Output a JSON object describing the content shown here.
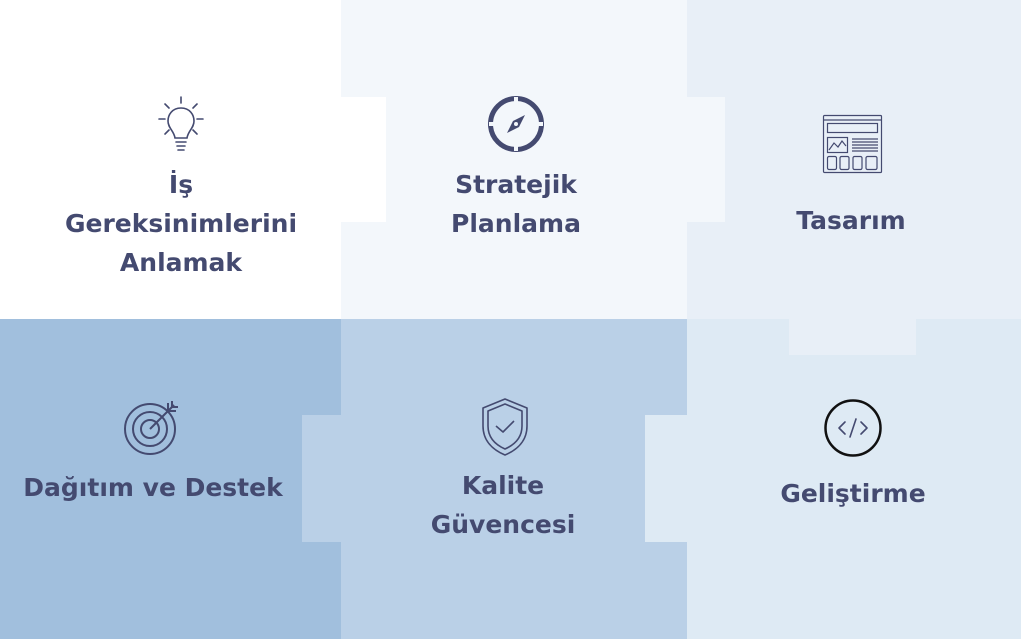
{
  "steps": [
    {
      "label": "İş\nGereksinimlerini\nAnlamak",
      "icon": "lightbulb-icon",
      "color": "#ffffff"
    },
    {
      "label": "Stratejik\nPlanlama",
      "icon": "compass-icon",
      "color": "#f3f7fb"
    },
    {
      "label": "Tasarım",
      "icon": "wireframe-icon",
      "color": "#e8eff7"
    },
    {
      "label": "Dağıtım ve Destek",
      "icon": "target-icon",
      "color": "#a1bfdd"
    },
    {
      "label": "Kalite\nGüvencesi",
      "icon": "shield-check-icon",
      "color": "#bad0e7"
    },
    {
      "label": "Geliştirme",
      "icon": "code-icon",
      "color": "#deeaf4"
    }
  ],
  "colors": {
    "text": "#444a70",
    "icon": "#444a70"
  }
}
